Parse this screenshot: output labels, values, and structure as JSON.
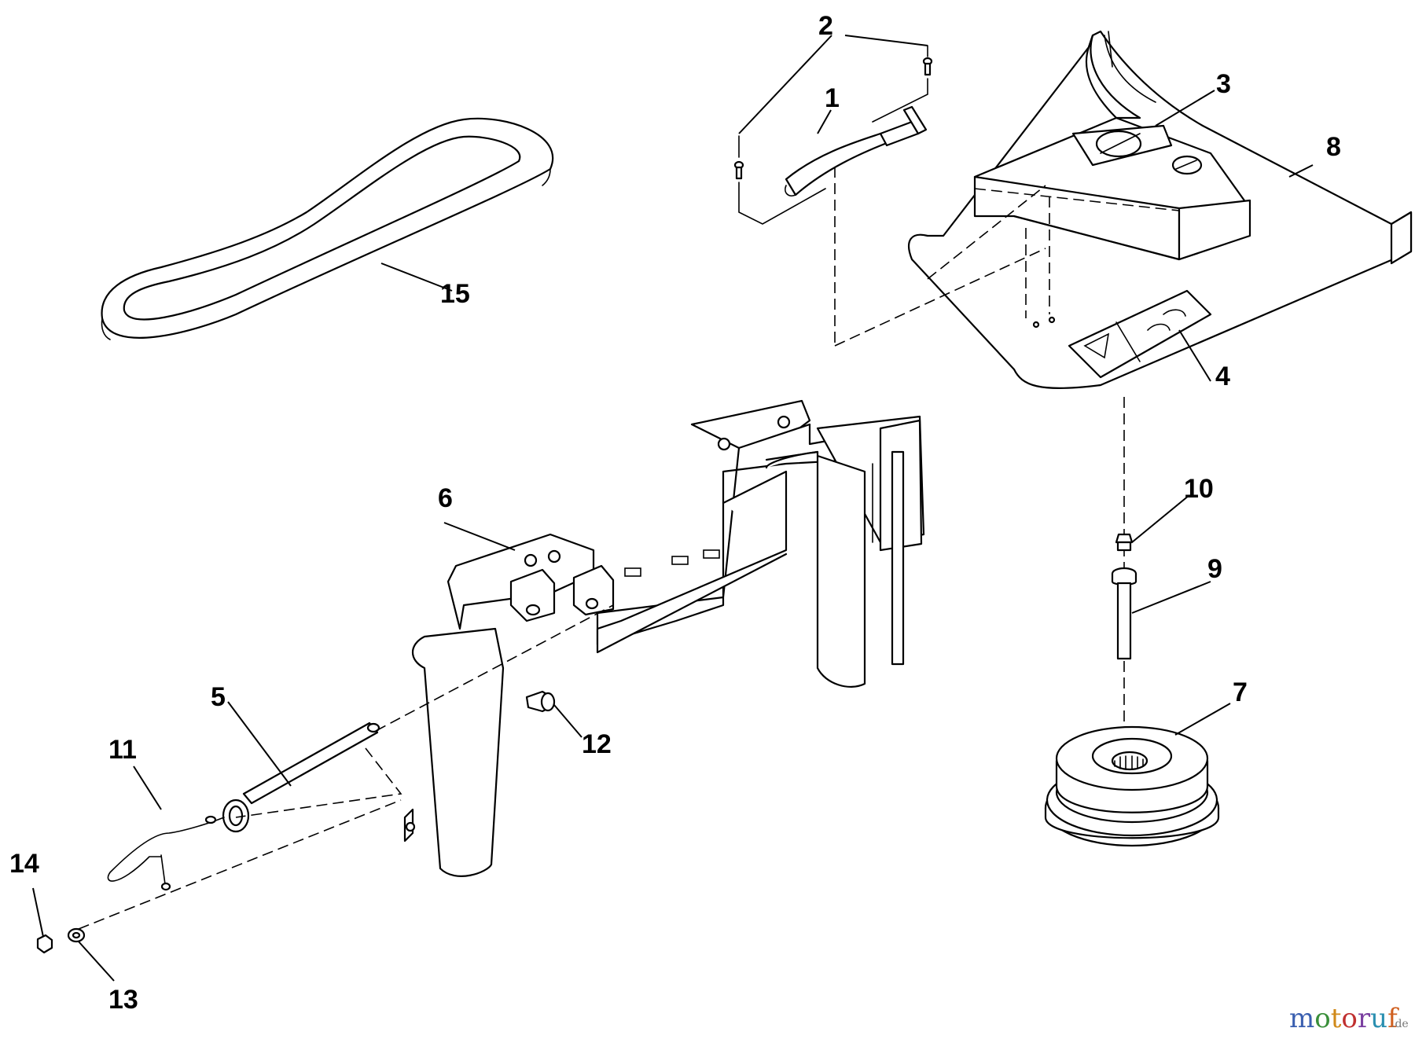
{
  "callouts": {
    "c1": "1",
    "c2": "2",
    "c3": "3",
    "c4": "4",
    "c5": "5",
    "c6": "6",
    "c7": "7",
    "c8": "8",
    "c9": "9",
    "c10": "10",
    "c11": "11",
    "c12": "12",
    "c13": "13",
    "c14": "14",
    "c15": "15"
  },
  "watermark": {
    "letters": [
      "m",
      "o",
      "t",
      "o",
      "r",
      "u",
      "f"
    ],
    "colors": [
      "#3a5fb0",
      "#3a8f3a",
      "#d08a1a",
      "#c03030",
      "#7a3fa0",
      "#2a8fb0",
      "#d06020"
    ],
    "suffix": ".de"
  },
  "colors": {
    "ink": "#000000",
    "paper": "#ffffff"
  }
}
